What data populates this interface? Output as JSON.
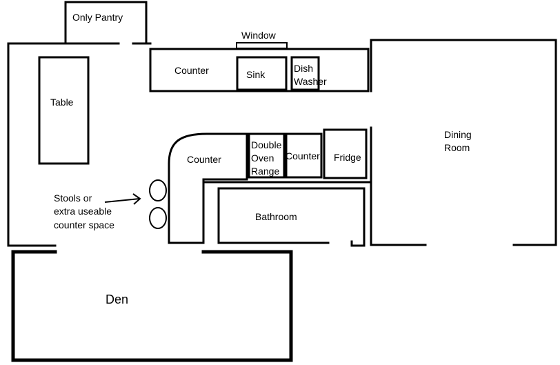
{
  "rooms": {
    "pantry": "Only Pantry",
    "window": "Window",
    "counter_top": "Counter",
    "sink": "Sink",
    "dishwasher_line1": "Dish",
    "dishwasher_line2": "Washer",
    "table": "Table",
    "counter_island": "Counter",
    "oven_line1": "Double",
    "oven_line2": "Oven",
    "oven_line3": "Range",
    "counter_small": "Counter",
    "fridge": "Fridge",
    "dining_line1": "Dining",
    "dining_line2": "Room",
    "bathroom": "Bathroom",
    "den": "Den"
  },
  "stools_note": {
    "line1": "Stools or",
    "line2": "extra useable",
    "line3": "counter space"
  }
}
